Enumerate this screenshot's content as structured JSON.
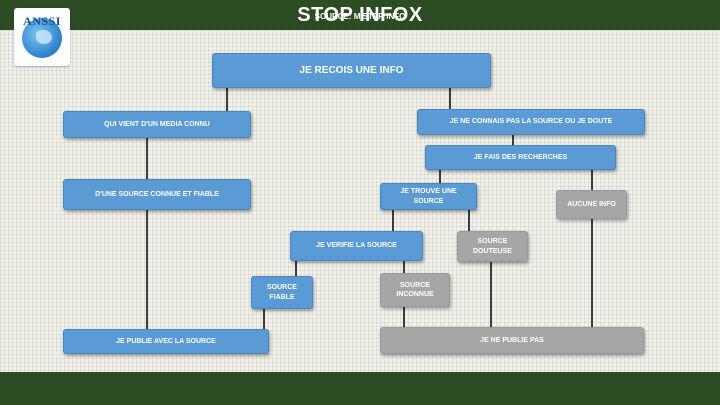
{
  "header": {
    "title": "STOP INFOX"
  },
  "logo": {
    "text": "ANSSI"
  },
  "footer": {
    "source": "SOURCE: MISTER INFO"
  },
  "nodes": {
    "receive": "JE RECOIS UNE INFO",
    "known_media": "QUI VIENT D'UN MEDIA CONNU",
    "unknown_source": "JE NE CONNAIS PAS LA SOURCE OU JE DOUTE",
    "research": "JE FAIS DES RECHERCHES",
    "known_reliable": "D'UNE SOURCE CONNUE ET FIABLE",
    "found_source": "JE TROUVE UNE\nSOURCE",
    "no_info": "AUCUNE INFO",
    "verify_source": "JE VERIFIE LA SOURCE",
    "doubtful_source": "SOURCE\nDOUTEUSE",
    "reliable_source": "SOURCE\nFIABLE",
    "unknown_source_2": "SOURCE\nINCONNUE",
    "publish_with_source": "JE PUBLIE AVEC LA SOURCE",
    "dont_publish": "JE NE PUBLIE PAS"
  },
  "colors": {
    "header_footer": "#2c4d24",
    "blue_box": "#5b9bd5",
    "gray_box": "#a6a6a6",
    "connector": "#111111",
    "logo_text": "#1f4e8c"
  }
}
